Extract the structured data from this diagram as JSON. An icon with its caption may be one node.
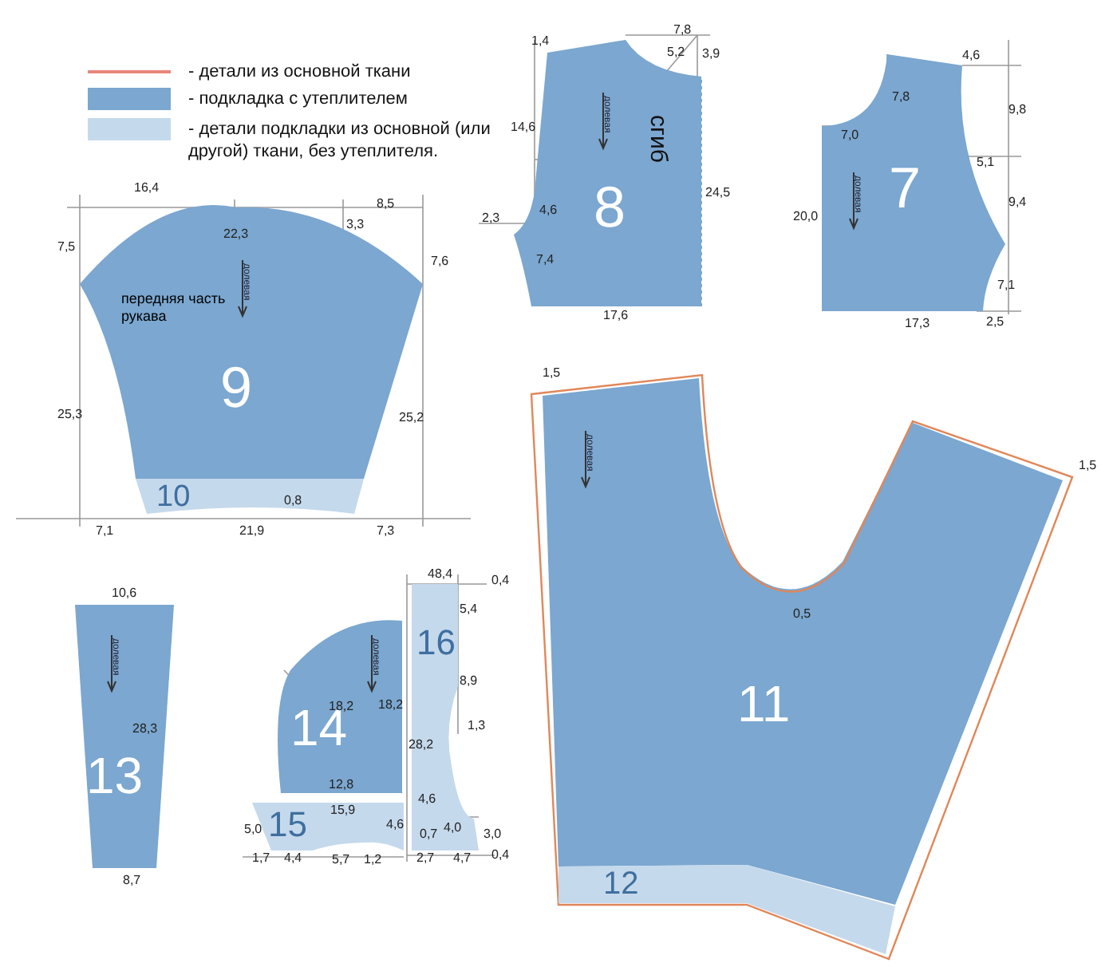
{
  "diagram": {
    "nodes": [
      {
        "text": [
          "долевая",
          "сгиб",
          "8"
        ]
      },
      {
        "text": [
          "долевая",
          "7"
        ]
      },
      {
        "text": [
          "передняя часть рукава",
          "долевая",
          "9"
        ]
      },
      {
        "text": [
          "10"
        ]
      },
      {
        "text": [
          "долевая",
          "11"
        ]
      },
      {
        "text": [
          "12"
        ]
      },
      {
        "text": [
          "долевая",
          "13"
        ]
      },
      {
        "text": [
          "долевая",
          "14"
        ]
      },
      {
        "text": [
          "15"
        ]
      },
      {
        "text": [
          "16"
        ]
      }
    ],
    "labels": [
      "16,4",
      "8,5",
      "7,5",
      "22,3",
      "3,3",
      "7,6",
      "25,3",
      "25,2",
      "0,8",
      "7,1",
      "21,9",
      "7,3",
      "1,4",
      "7,8",
      "5,2",
      "3,9",
      "14,6",
      "24,5",
      "2,3",
      "4,6",
      "7,4",
      "17,6",
      "4,6",
      "7,8",
      "9,8",
      "7,0",
      "5,1",
      "20,0",
      "9,4",
      "7,1",
      "17,3",
      "2,5",
      "1,5",
      "1,5",
      "0,5",
      "10,6",
      "28,3",
      "8,7",
      "18,2",
      "18,2",
      "28,2",
      "12,8",
      "15,9",
      "5,0",
      "4,6",
      "1,7",
      "4,4",
      "5,7",
      "1,2",
      "48,4",
      "0,4",
      "5,4",
      "8,9",
      "1,3",
      "4,6",
      "4,0",
      "0,7",
      "3,0",
      "2,7",
      "4,7",
      "0,4"
    ],
    "legend": [
      {
        "text": "- детали  из основной ткани"
      },
      {
        "text": "- подкладка с утеплителем",
        "color": "#7ba7d0"
      },
      {
        "text": "- детали подкладки из основной (или другой) ткани, без утеплителя.",
        "color": "#c5d9ec"
      }
    ]
  }
}
